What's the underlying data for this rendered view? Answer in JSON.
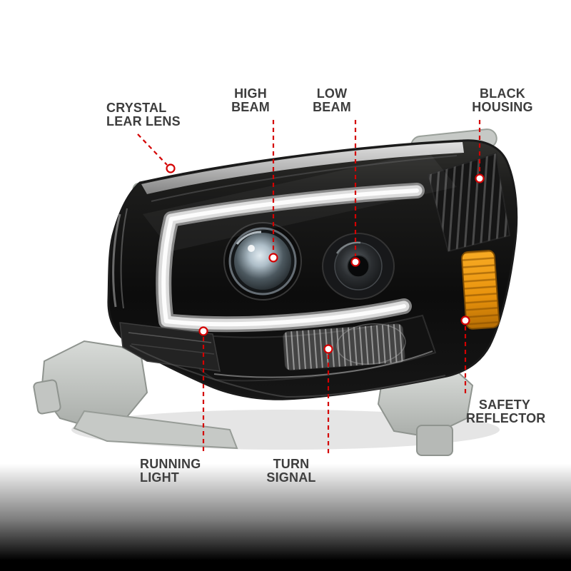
{
  "diagram": {
    "callouts": [
      {
        "name": "crystal-clear-lens",
        "lines": [
          "CRYSTAL",
          "LEAR LENS"
        ]
      },
      {
        "name": "high-beam",
        "lines": [
          "HIGH",
          "BEAM"
        ]
      },
      {
        "name": "low-beam",
        "lines": [
          "LOW",
          "BEAM"
        ]
      },
      {
        "name": "black-housing",
        "lines": [
          "BLACK",
          "HOUSING"
        ]
      },
      {
        "name": "safety-reflector",
        "lines": [
          "SAFETY",
          "REFLECTOR"
        ]
      },
      {
        "name": "running-light",
        "lines": [
          "RUNNING",
          "LIGHT"
        ]
      },
      {
        "name": "turn-signal",
        "lines": [
          "TURN",
          "SIGNAL"
        ]
      }
    ]
  },
  "colors": {
    "callout-red": "#d40000",
    "label-text": "#3d3d3d",
    "amber": "#ef9612",
    "housing-black": "#101010",
    "background": "#ffffff"
  }
}
